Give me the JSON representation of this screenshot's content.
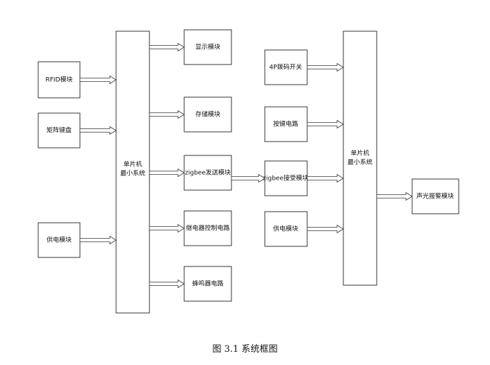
{
  "diagram": {
    "left_inputs": [
      "RFID模块",
      "矩阵键盘",
      "供电模块"
    ],
    "mcu_left": [
      "单片机",
      "最小系统"
    ],
    "left_outputs": [
      "显示模块",
      "存储模块",
      "zigbee发送模块",
      "继电器控制电路",
      "蜂鸣器电路"
    ],
    "right_inputs": [
      "4P拨码开关",
      "按键电路",
      "zigbee接受模块",
      "供电模块"
    ],
    "mcu_right": [
      "单片机",
      "最小系统"
    ],
    "right_output": "声光报警模块"
  },
  "caption": "图 3.1  系统框图"
}
